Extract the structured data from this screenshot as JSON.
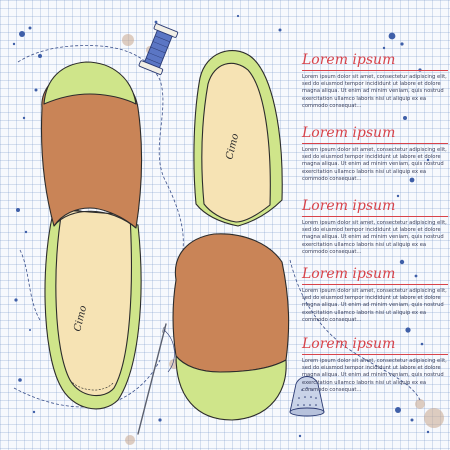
{
  "blocks": [
    {
      "heading": "Lorem ipsum",
      "body": "Lorem ipsum dolor sit amet, consectetur adipiscing elit, sed do eiusmod tempor incididunt ut labore et dolore magna aliqua. Ut enim ad minim veniam, quis nostrud exercitation ullamco laboris nisi ut aliquip ex ea commodo consequat..."
    },
    {
      "heading": "Lorem ipsum",
      "body": "Lorem ipsum dolor sit amet, consectetur adipiscing elit, sed do eiusmod tempor incididunt ut labore et dolore magna aliqua. Ut enim ad minim veniam, quis nostrud exercitation ullamco laboris nisi ut aliquip ex ea commodo consequat..."
    },
    {
      "heading": "Lorem ipsum",
      "body": "Lorem ipsum dolor sit amet, consectetur adipiscing elit, sed do eiusmod tempor incididunt ut labore et dolore magna aliqua. Ut enim ad minim veniam, quis nostrud exercitation ullamco laboris nisi ut aliquip ex ea commodo consequat..."
    },
    {
      "heading": "Lorem ipsum",
      "body": "Lorem ipsum dolor sit amet, consectetur adipiscing elit, sed do eiusmod tempor incididunt ut labore et dolore magna aliqua. Ut enim ad minim veniam, quis nostrud exercitation ullamco laboris nisi ut aliquip ex ea commodo consequat..."
    },
    {
      "heading": "Lorem ipsum",
      "body": "Lorem ipsum dolor sit amet, consectetur adipiscing elit, sed do eiusmod tempor incididunt ut labore et dolore magna aliqua. Ut enim ad minim veniam, quis nostrud exercitation ullamco laboris nisi ut aliquip ex ea commodo consequat..."
    }
  ],
  "insole_brand": "Cimo",
  "colors": {
    "tan": "#c98457",
    "lime": "#cfe58a",
    "insole": "#f6e3b4",
    "heading_red": "#d8434a",
    "ink": "#2c3b73"
  },
  "icons": [
    "thread-spool-icon",
    "sewing-needle-icon",
    "thimble-icon"
  ]
}
